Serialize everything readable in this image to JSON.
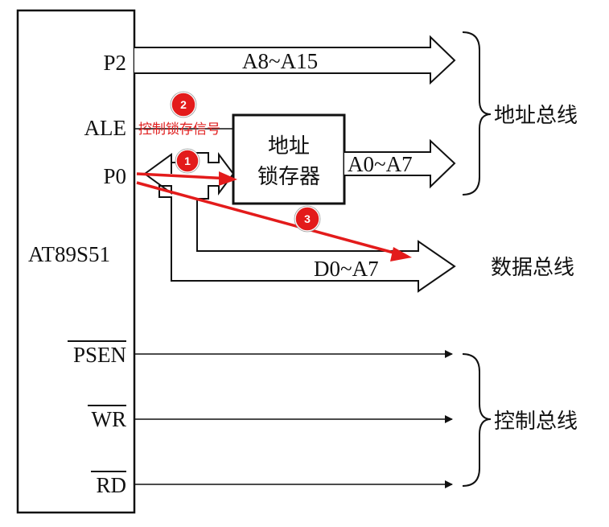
{
  "chip": {
    "name": "AT89S51",
    "pins": {
      "p2": "P2",
      "ale": "ALE",
      "p0": "P0",
      "psen": "PSEN",
      "wr": "WR",
      "rd": "RD"
    }
  },
  "latch": {
    "line1": "地址",
    "line2": "锁存器"
  },
  "bus_labels": {
    "a8_a15": "A8~A15",
    "a0_a7": "A0~A7",
    "d0_a7": "D0~A7"
  },
  "groups": {
    "address_bus": "地址总线",
    "data_bus": "数据总线",
    "control_bus": "控制总线"
  },
  "annotations": {
    "latch_signal": "控制锁存信号",
    "badge1": "1",
    "badge2": "2",
    "badge3": "3"
  },
  "colors": {
    "line": "#111111",
    "annotation": "#e31b1b",
    "badge": "#e31b1b"
  }
}
